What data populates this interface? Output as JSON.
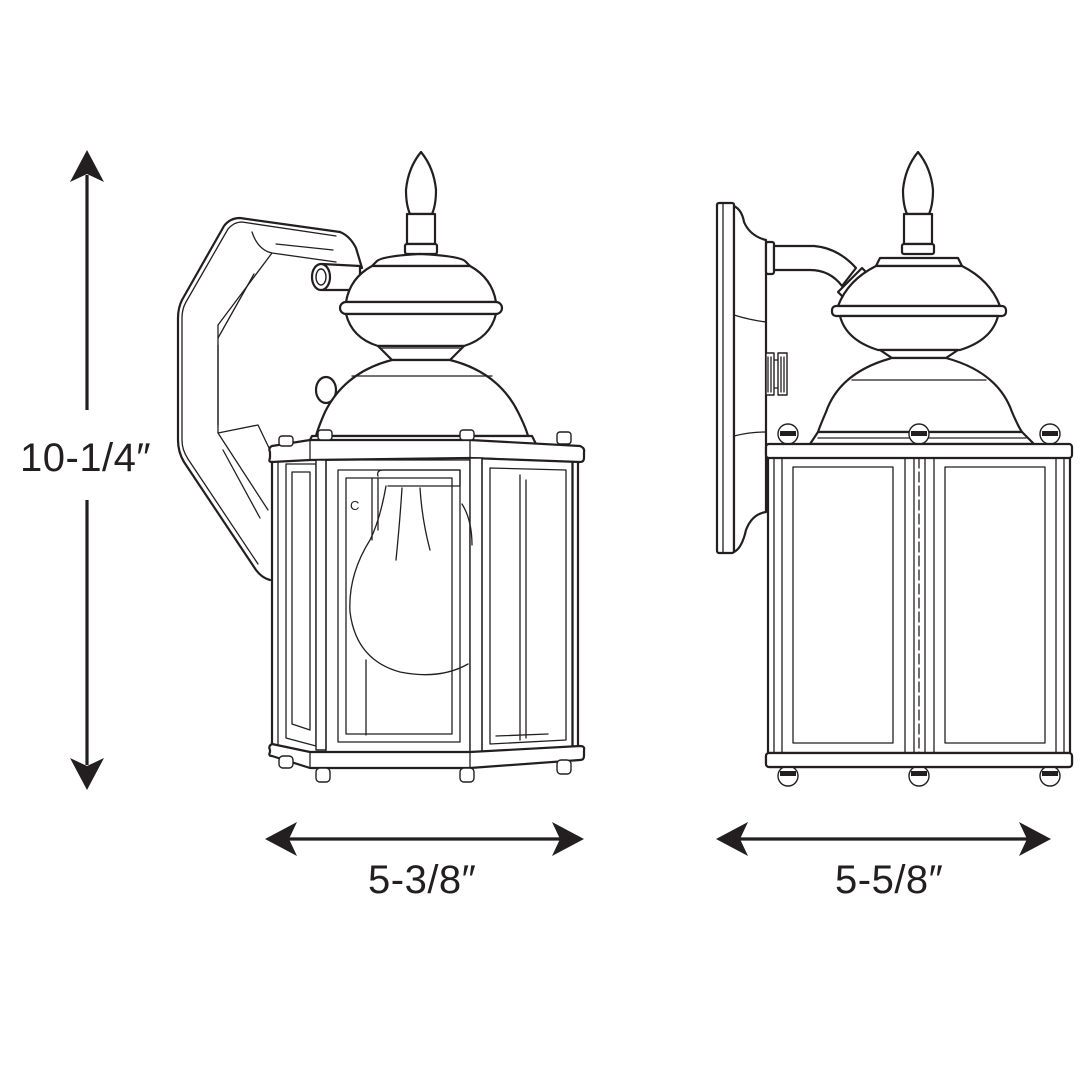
{
  "diagram": {
    "type": "product dimension drawing",
    "subject": "outdoor wall lantern",
    "views": [
      {
        "id": "front",
        "description": "three-quarter front view with hexagonal glass lantern, bulb, domed top, finial and angled wall arm"
      },
      {
        "id": "side",
        "description": "side elevation with wall backplate, curved arm, domed top, finial and two-panel glass body"
      }
    ],
    "colors": {
      "line": "#231f20",
      "background": "#ffffff"
    }
  },
  "dimensions": {
    "height": {
      "label": "10-1/4″",
      "orientation": "vertical"
    },
    "width_front": {
      "label": "5-3/8″",
      "orientation": "horizontal"
    },
    "width_side": {
      "label": "5-5/8″",
      "orientation": "horizontal"
    }
  },
  "annotations": {
    "bulb_marker": "C"
  }
}
